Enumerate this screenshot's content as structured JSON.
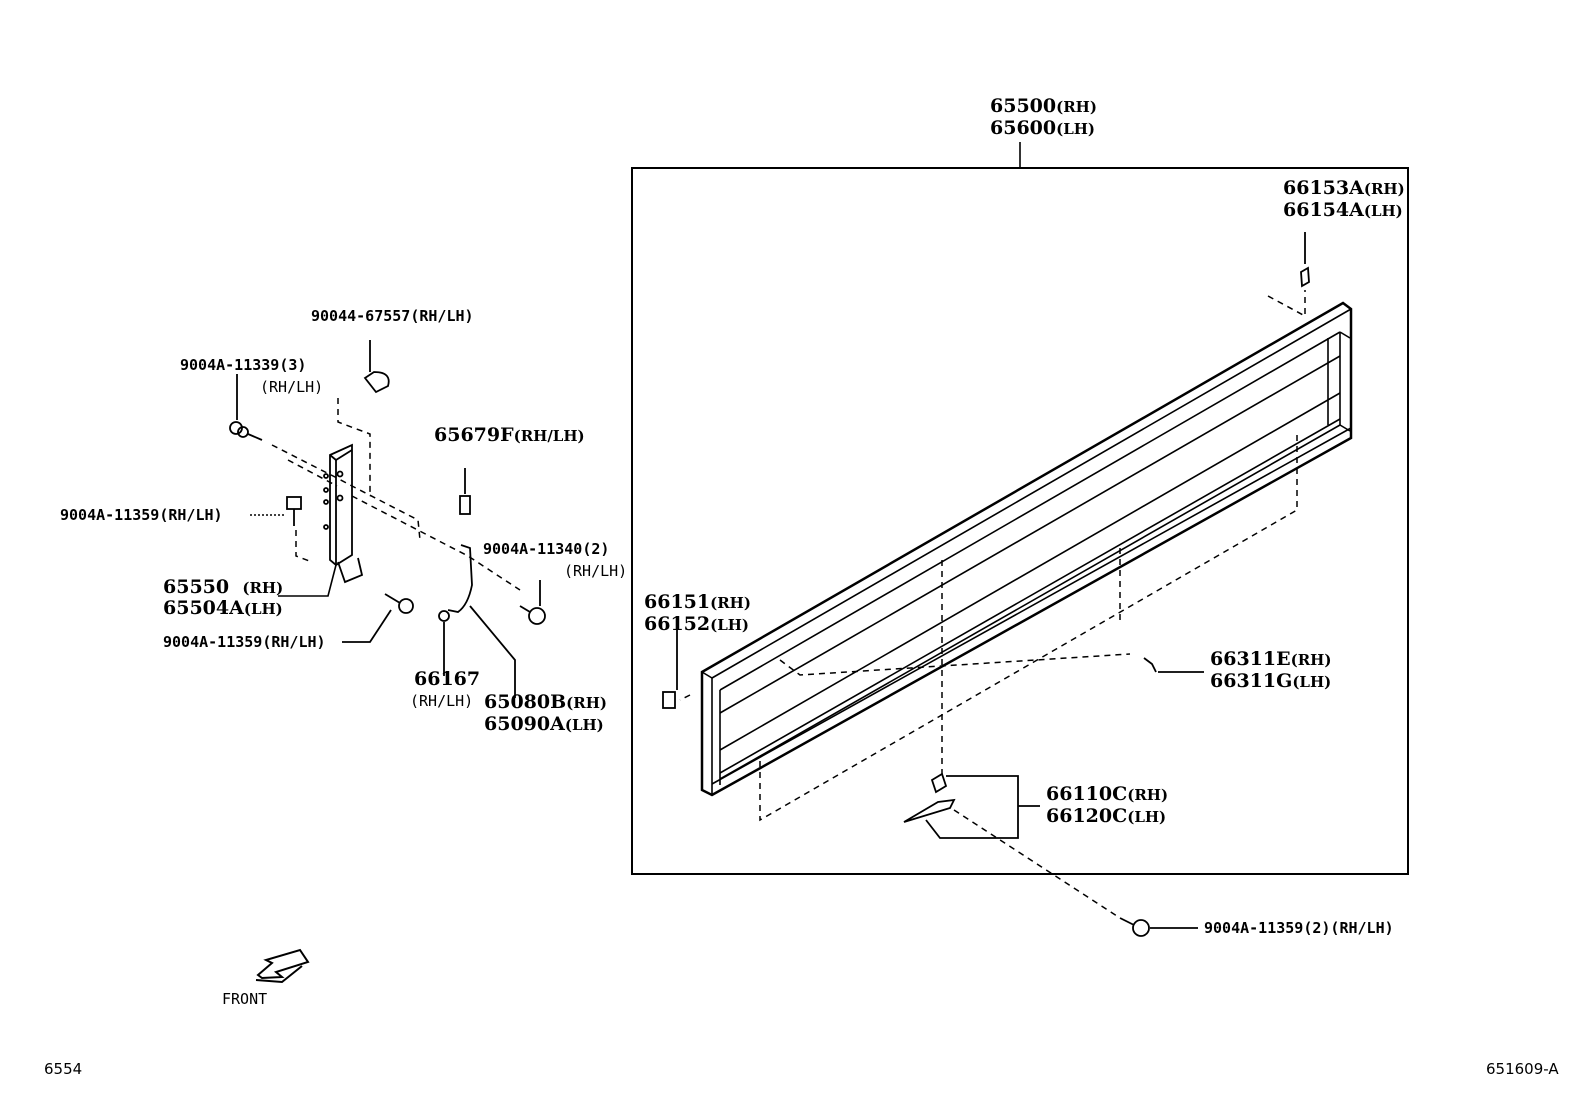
{
  "labels": {
    "p65500": {
      "num": "65500",
      "sfx": "(RH)"
    },
    "p65600": {
      "num": "65600",
      "sfx": "(LH)"
    },
    "p66153A": {
      "num": "66153A",
      "sfx": "(RH)"
    },
    "p66154A": {
      "num": "66154A",
      "sfx": "(LH)"
    },
    "p90044": "90044-67557(RH/LH)",
    "p9004A_11339": "9004A-11339(3)",
    "p9004A_11339_side": "(RH/LH)",
    "p65679F": {
      "num": "65679F",
      "sfx": "(RH/LH)"
    },
    "p9004A_11359_a": "9004A-11359(RH/LH)",
    "p9004A_11340": "9004A-11340(2)",
    "p9004A_11340_side": "(RH/LH)",
    "p65550": {
      "num": "65550",
      "sfx": "(RH)"
    },
    "p65504A": {
      "num": "65504A",
      "sfx": "(LH)"
    },
    "p9004A_11359_b": "9004A-11359(RH/LH)",
    "p66167": "66167",
    "p66167_side": "(RH/LH)",
    "p65080B": {
      "num": "65080B",
      "sfx": "(RH)"
    },
    "p65090A": {
      "num": "65090A",
      "sfx": "(LH)"
    },
    "p66151": {
      "num": "66151",
      "sfx": "(RH)"
    },
    "p66152": {
      "num": "66152",
      "sfx": "(LH)"
    },
    "p66311E": {
      "num": "66311E",
      "sfx": "(RH)"
    },
    "p66311G": {
      "num": "66311G",
      "sfx": "(LH)"
    },
    "p66110C": {
      "num": "66110C",
      "sfx": "(RH)"
    },
    "p66120C": {
      "num": "66120C",
      "sfx": "(LH)"
    },
    "p9004A_11359_c": "9004A-11359(2)(RH/LH)",
    "front": "FRONT",
    "page_code": "6554",
    "figure_code": "651609-A"
  },
  "colors": {
    "line": "#000000",
    "background": "#ffffff"
  }
}
